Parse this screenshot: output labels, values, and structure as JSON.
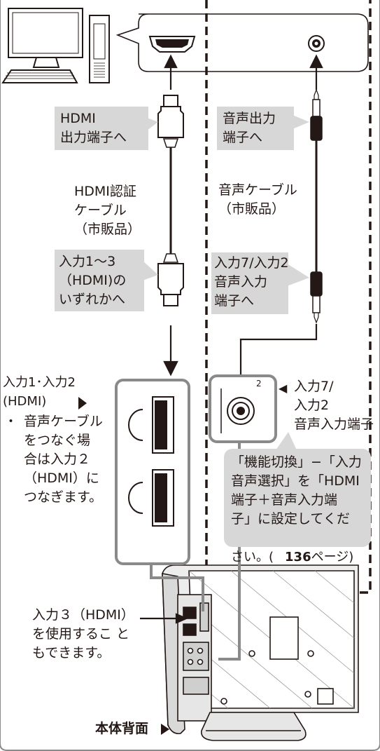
{
  "labels": {
    "hdmi_output": "HDMI\n出力端子へ",
    "hdmi_cable": "HDMI認証\nケーブル\n（市販品）",
    "input_1_3": "入力1〜3\n（HDMI)の\nいずれかへ",
    "audio_output": "音声出力\n端子へ",
    "audio_cable": "音声ケーブル\n（市販品）",
    "audio_input_to": "入力7/入力2\n音声入力\n端子へ",
    "input_1_2_title": "入力1･入力2\n(HDMI)",
    "note_bullet": "・",
    "note_text": "音声ケーブル\nをつなぐ場\n合は入力２\n（HDMI）に\nつなぎます。",
    "port_7_2_marker": "◀",
    "port_7_2": "入力7/\n入力2\n音声入力端子",
    "setting_line1": "「機能切換」−「入力",
    "setting_line2": "音声選択」を「HDMI",
    "setting_line3": "端子＋音声入力端",
    "setting_line4": "子」に設定してくだ",
    "setting_pre": "さい。(",
    "setting_page": "136",
    "setting_post": "ページ)",
    "input_3": "入力３（HDMI）\nを使用するこ と\nもできます。",
    "rear_panel": "本体背面",
    "jack_number": "2"
  },
  "colors": {
    "line": "#231815",
    "callout_gray": "#d7d7d8",
    "frame_gray": "#8a8a8a",
    "tv_gray": "#b8b8b8"
  }
}
